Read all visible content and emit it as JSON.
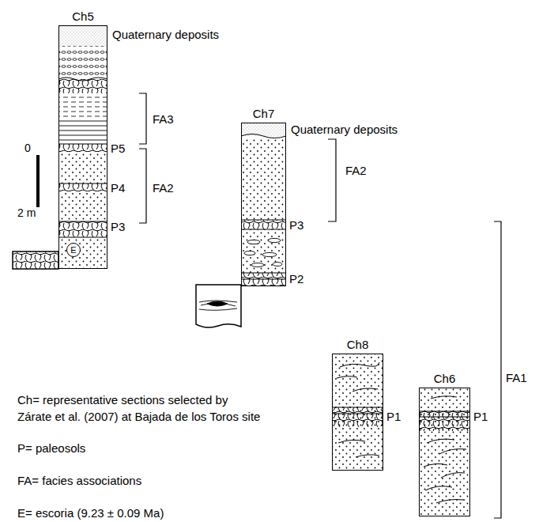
{
  "diagram": {
    "nodes": [
      {
        "text": [
          "Ch5"
        ]
      },
      {
        "text": [
          "E"
        ],
        "in": 0
      },
      {
        "text": [
          "Ch7"
        ]
      },
      {
        "text": [
          "Ch8"
        ]
      },
      {
        "text": [
          "Ch6"
        ]
      }
    ],
    "edges": [],
    "labels": [
      "Quaternary deposits",
      "FA3",
      "0",
      "2 m",
      "FA2",
      "P5",
      "P4",
      "P3",
      "Quaternary deposits",
      "FA2",
      "P3",
      "P2",
      "FA1",
      "P1",
      "P1",
      "Ch= representative sections selected by",
      "Zárate et al. (2007) at Bajada de los Toros site",
      "P= paleosols",
      "FA= facies associations",
      "E= escoria (9.23 ± 0.09 Ma)"
    ]
  }
}
